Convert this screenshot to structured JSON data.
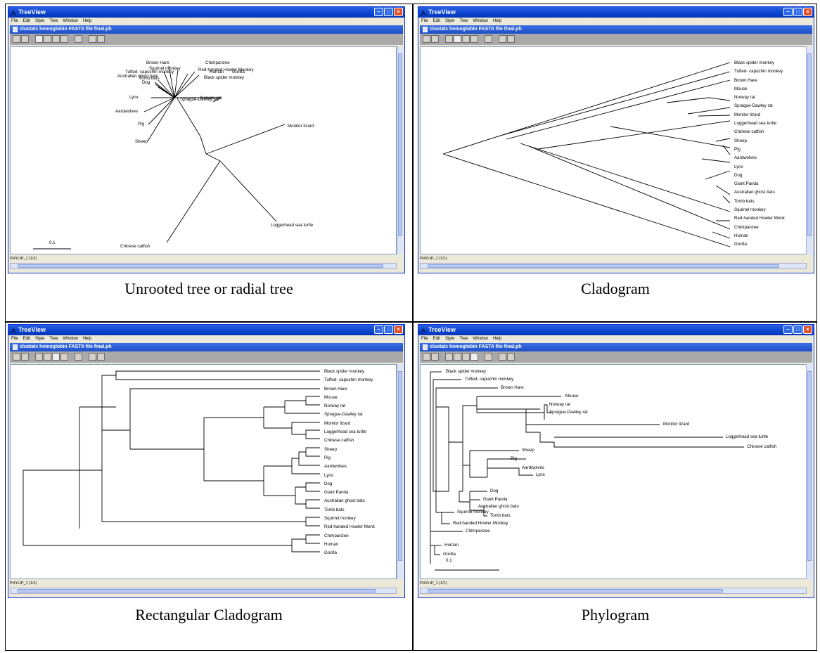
{
  "windows": [
    {
      "app_title": "TreeView",
      "file_title": "clustalx hemoglobin FASTA file final.ph",
      "status": "PHYLIP_1 (1/1)",
      "caption": "Unrooted tree or radial tree"
    },
    {
      "app_title": "TreeView",
      "file_title": "clustalx hemoglobin FASTA file final.ph",
      "status": "PHYLIP_1 (1/1)",
      "caption": "Cladogram"
    },
    {
      "app_title": "TreeView",
      "file_title": "clustalx hemoglobin FASTA file final.ph",
      "status": "PHYLIP_1 (1/1)",
      "caption": "Rectangular Cladogram"
    },
    {
      "app_title": "TreeView",
      "file_title": "clustalx hemoglobin FASTA file final.ph",
      "status": "PHYLIP_1 (1/1)",
      "caption": "Phylogram"
    }
  ],
  "menu": [
    "File",
    "Edit",
    "Style",
    "Tree",
    "Window",
    "Help"
  ],
  "title_buttons": [
    "minimize",
    "maximize",
    "close"
  ],
  "toolbar_icons": [
    "blank-1",
    "blank-2",
    "radial-tree-icon",
    "slanted-cladogram-icon",
    "rectangular-cladogram-icon",
    "phylogram-icon",
    "blank-3",
    "print-icon",
    "preview-icon"
  ],
  "taxa": [
    "Black spider monkey",
    "Tufted- capuchin monkey",
    "Brown Hare",
    "Mouse",
    "Norway rat",
    "Sprague-Dawley rat",
    "Monitor lizard",
    "Loggerhead sea turtle",
    "Chinese catfish",
    "Sheep",
    "Pig",
    "Aardwolves",
    "Lynx",
    "Dog",
    "Giant Panda",
    "Australian ghost bats",
    "Tomb bats",
    "Squirrel monkey",
    "Red-handed Howler Monkey",
    "Chimpanzee",
    "Human",
    "Gorilla"
  ],
  "cladogram_last_label": "Red-handed Howler Monk",
  "radial_labels": {
    "brown_hare": "Brown Hare",
    "squirrel": "Squirrel monkey",
    "tufted": "Tufted- capuchin monkey",
    "australian": "Australian ghost bats",
    "tomb": "Tomb bats",
    "dog": "Dog",
    "lynx": "Lynx",
    "aardwolves": "Aardwolves",
    "pig": "Pig",
    "sheep": "Sheep",
    "chimpanzee": "Chimpanzee",
    "red_handed": "Red-handed Howler Monkey",
    "human": "Human",
    "gorilla": "Gorilla",
    "black_spider": "Black spider monkey",
    "sprague": "Sprague-Dawley rat",
    "norway": "Norway rat",
    "monitor": "Monitor lizard",
    "loggerhead": "Loggerhead sea turtle",
    "catfish": "Chinese catfish"
  },
  "scale_label": "0.1",
  "colors": {
    "titlebar": "#0a44d0",
    "close": "#e0502a",
    "toolbar": "#a9a9a9"
  }
}
